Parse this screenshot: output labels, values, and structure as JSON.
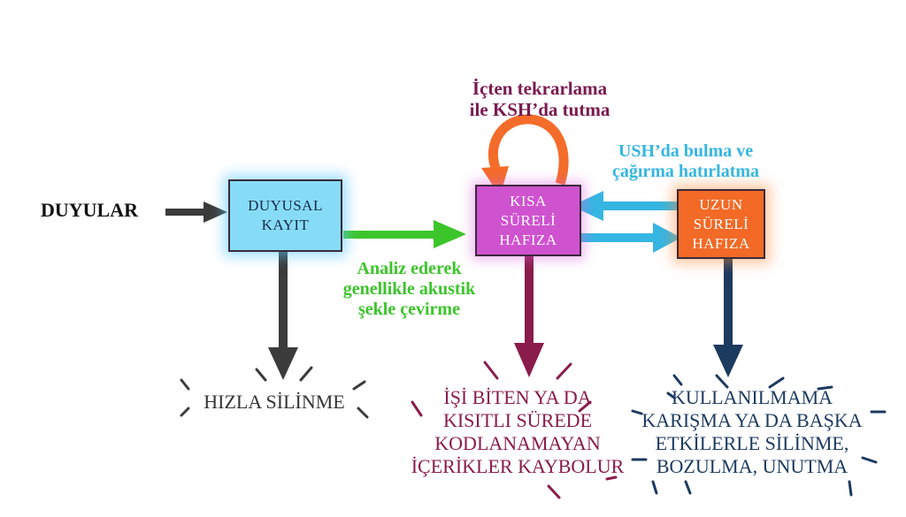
{
  "nodes": {
    "input": "DUYULAR",
    "sensory": [
      "DUYUSAL",
      "KAYIT"
    ],
    "short_term": [
      "KISA",
      "SÜRELİ",
      "HAFIZA"
    ],
    "long_term": [
      "UZUN",
      "SÜRELİ",
      "HAFIZA"
    ]
  },
  "edge_labels": {
    "rehearsal": [
      "İçten tekrarlama",
      "ile KSH’da tutma"
    ],
    "retrieval": [
      "USH’da bulma ve",
      "çağırma hatırlatma"
    ],
    "encoding": [
      "Analiz ederek",
      "genellikle akustik",
      "şekle çevirme"
    ]
  },
  "outcomes": {
    "sensory": [
      "HIZLA SİLİNME"
    ],
    "short_term": [
      "İŞİ BİTEN YA DA",
      "KISITLI SÜREDE",
      "KODLANAMAYAN",
      "İÇERİKLER KAYBOLUR"
    ],
    "long_term": [
      "KULLANILMAMA",
      "KARIŞMA YA DA BAŞKA",
      "ETKİLERLE SİLİNME,",
      "BOZULMA, UNUTMA"
    ]
  },
  "colors": {
    "sensory_box": "#86dcf6",
    "short_box": "#cf52cf",
    "long_box": "#f26a26",
    "green": "#3cc52b",
    "cyan": "#35b6e2",
    "maroon": "#8a1c4c",
    "navy": "#1d3a5f",
    "dark": "#3b3b3b",
    "orange": "#f46c2a"
  }
}
